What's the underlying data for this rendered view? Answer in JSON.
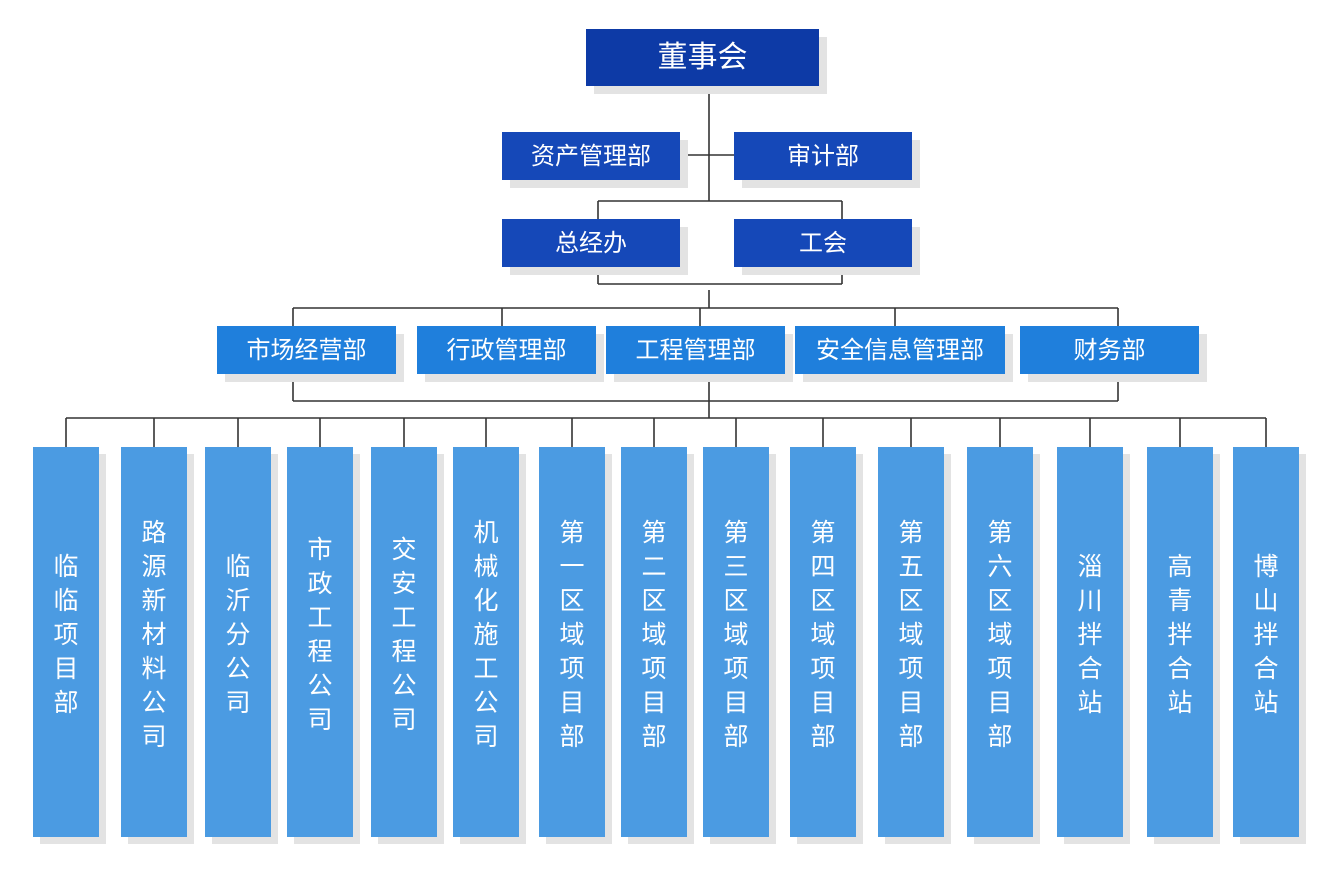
{
  "colors": {
    "board": "#0d3aa6",
    "office": "#1548b8",
    "department": "#1f7fdc",
    "unit": "#4b9be2",
    "shadow": "#e3e3e3",
    "line": "#333333",
    "text": "#ffffff"
  },
  "board": {
    "label": "董事会"
  },
  "board_offices": [
    {
      "label": "资产管理部"
    },
    {
      "label": "审计部"
    }
  ],
  "executive_offices": [
    {
      "label": "总经办"
    },
    {
      "label": "工会"
    }
  ],
  "departments": [
    {
      "label": "市场经营部"
    },
    {
      "label": "行政管理部"
    },
    {
      "label": "工程管理部"
    },
    {
      "label": "安全信息管理部"
    },
    {
      "label": "财务部"
    }
  ],
  "units": [
    {
      "label": "临临项目部"
    },
    {
      "label": "路源新材料公司"
    },
    {
      "label": "临沂分公司"
    },
    {
      "label": "市政工程公司"
    },
    {
      "label": "交安工程公司"
    },
    {
      "label": "机械化施工公司"
    },
    {
      "label": "第一区域项目部"
    },
    {
      "label": "第二区域项目部"
    },
    {
      "label": "第三区域项目部"
    },
    {
      "label": "第四区域项目部"
    },
    {
      "label": "第五区域项目部"
    },
    {
      "label": "第六区域项目部"
    },
    {
      "label": "淄川拌合站"
    },
    {
      "label": "高青拌合站"
    },
    {
      "label": "博山拌合站"
    }
  ]
}
